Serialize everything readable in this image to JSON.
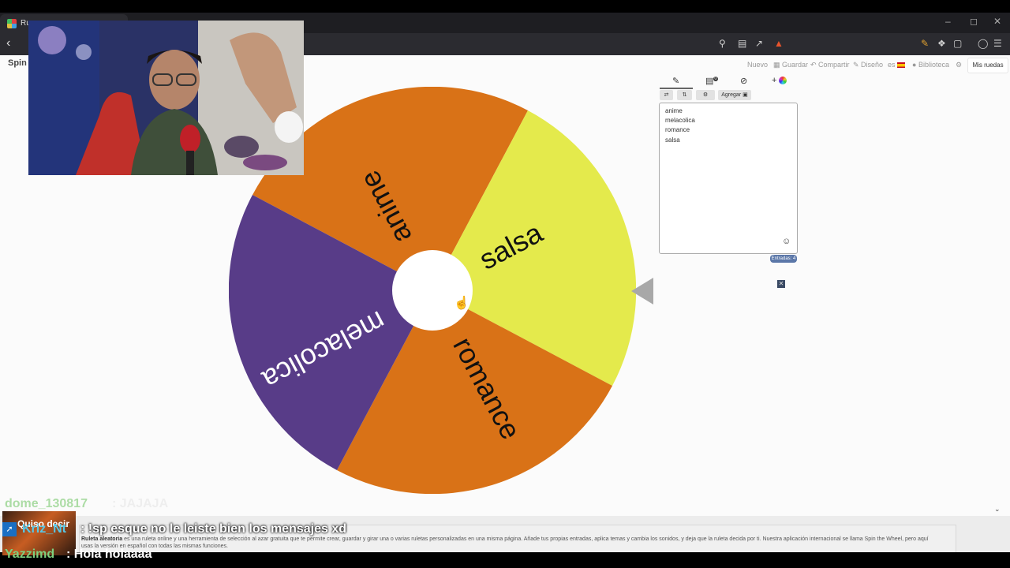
{
  "browser": {
    "tab_title": "Ru",
    "back_icon": "chevron-left-icon",
    "toolbar_icons": [
      "zoom-icon",
      "reader-icon",
      "share-icon",
      "shield-icon",
      "key-icon",
      "extensions-icon",
      "wallet-icon",
      "vpn-icon",
      "menu-icon"
    ]
  },
  "site": {
    "logo": "Spin",
    "menu": {
      "new": "Nuevo",
      "save": "Guardar",
      "share": "Compartir",
      "design": "Diseño",
      "language": "es",
      "library": "Biblioteca"
    },
    "my_wheels": "Mis ruedas"
  },
  "wheel": {
    "segments": [
      {
        "label": "anime",
        "color": "#D97217"
      },
      {
        "label": "salsa",
        "color": "#E4EA4C"
      },
      {
        "label": "romance",
        "color": "#D97217"
      },
      {
        "label": "melacolica",
        "color": "#583C88"
      }
    ]
  },
  "panel": {
    "tabs": [
      "pencil-icon",
      "clipboard-icon",
      "hide-icon",
      "color-wheel-icon"
    ],
    "clipboard_badge": "0",
    "add_button": "Agregar",
    "entries": [
      "anime",
      "melacolica",
      "romance",
      "salsa"
    ],
    "entries_count": "Entradas: 4"
  },
  "footer": {
    "brand": "Ruleta aleatoria",
    "text": "es una ruleta online y una herramienta de selección al azar gratuita que te permite crear, guardar y girar una o varias ruletas personalizadas en una misma página. Añade tus propias entradas, aplica temas y cambia los sonidos, y deja que la ruleta decida por ti. Nuestra aplicación internacional se llama Spin the Wheel, pero aquí usas la versión en español con todas las mismas funciones."
  },
  "chat": [
    {
      "user": "dome_130817",
      "message": ": JAJAJA",
      "color": "#79c96d"
    },
    {
      "user": "Kriz_Nt",
      "message": ": !sp esque no le leiste bien los mensajes xd",
      "color": "#56c8e8",
      "note": "Quiso decir"
    },
    {
      "user": "Yazzimd",
      "message": ": Hola holaaaa",
      "color": "#7ed07e"
    }
  ]
}
